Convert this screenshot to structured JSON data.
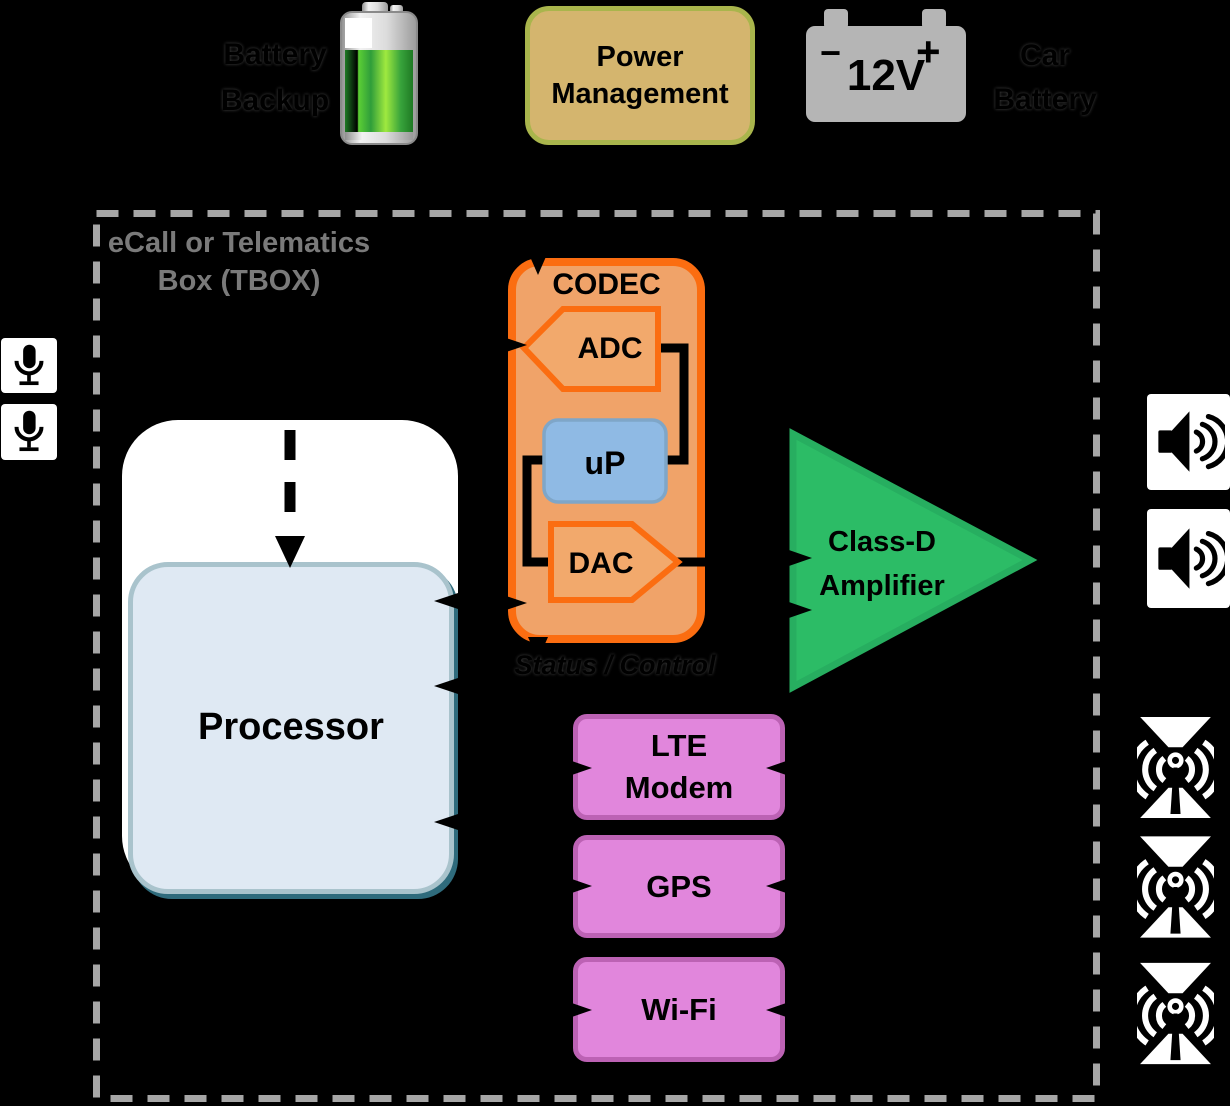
{
  "top": {
    "battery_backup_label": "Battery Backup",
    "power_management_label": "Power Management",
    "car_battery_label": "Car Battery",
    "battery_voltage": "12V",
    "battery_minus": "−",
    "battery_plus": "+"
  },
  "tbox": {
    "title": "eCall or Telematics Box (TBOX)"
  },
  "codec": {
    "title": "CODEC",
    "adc_label": "ADC",
    "up_label": "uP",
    "dac_label": "DAC",
    "status_label": "Status / Control"
  },
  "processor": {
    "label": "Processor"
  },
  "amplifier": {
    "label": "Class-D Amplifier"
  },
  "radios": [
    {
      "label": "LTE Modem"
    },
    {
      "label": "GPS"
    },
    {
      "label": "Wi-Fi"
    }
  ],
  "icons": {
    "left": [
      "microphone-icon",
      "microphone-icon"
    ],
    "right_audio": [
      "speaker-icon",
      "speaker-icon"
    ],
    "right_rf": [
      "antenna-icon",
      "antenna-icon",
      "antenna-icon"
    ],
    "top": [
      "battery-backup-icon",
      "car-battery-12v-icon"
    ]
  },
  "colors": {
    "background": "#000000",
    "power_management_fill": "#D4B56E",
    "power_management_border": "#A9B54C",
    "car_battery_gray": "#B5B5B5",
    "tbox_dash_gray": "#A6A6A6",
    "tbox_title_gray": "#7A7A7A",
    "codec_border_orange": "#FB6D11",
    "codec_fill_orange": "#F0A369",
    "adc_dac_fill": "#F2A96C",
    "up_fill_blue": "#8FBAE4",
    "processor_fill": "#DFE9F3",
    "processor_border": "#A9C3CC",
    "amplifier_green": "#2CBC66",
    "radio_pink_fill": "#E186DC",
    "radio_pink_border": "#BC62B4",
    "icon_tile_white": "#FFFFFF",
    "connector_black": "#000000"
  }
}
